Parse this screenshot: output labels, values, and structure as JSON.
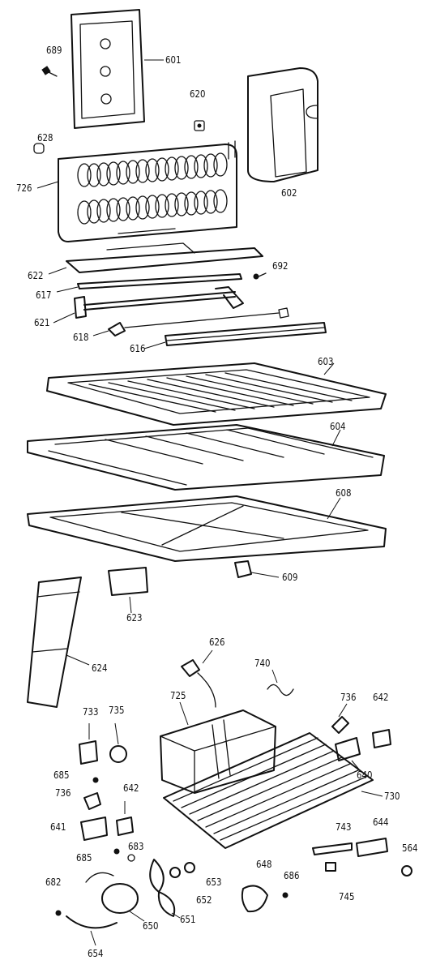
{
  "labels": {
    "l689": "689",
    "l601": "601",
    "l620": "620",
    "l628": "628",
    "l726": "726",
    "l602": "602",
    "l622": "622",
    "l692": "692",
    "l617": "617",
    "l621": "621",
    "l618": "618",
    "l616": "616",
    "l603": "603",
    "l604": "604",
    "l608": "608",
    "l609": "609",
    "l623": "623",
    "l624": "624",
    "l626": "626",
    "l740": "740",
    "l725": "725",
    "l736a": "736",
    "l642a": "642",
    "l733": "733",
    "l735": "735",
    "l640": "640",
    "l685a": "685",
    "l736b": "736",
    "l642b": "642",
    "l730": "730",
    "l641": "641",
    "l743": "743",
    "l644": "644",
    "l683": "683",
    "l564": "564",
    "l685b": "685",
    "l648": "648",
    "l653": "653",
    "l682": "682",
    "l686": "686",
    "l652": "652",
    "l745": "745",
    "l650": "650",
    "l651": "651",
    "l654": "654"
  }
}
